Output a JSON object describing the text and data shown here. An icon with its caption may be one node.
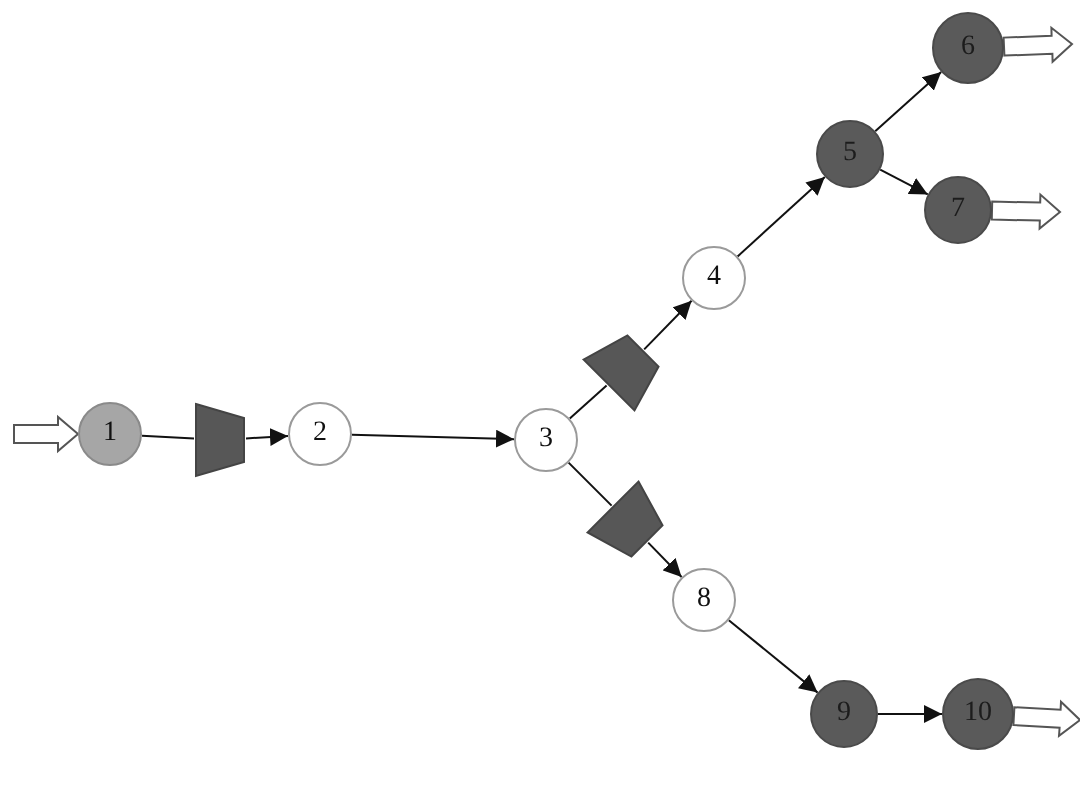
{
  "diagram": {
    "nodes": [
      {
        "text": [
          "1"
        ]
      },
      {
        "text": [],
        "shape": "trapezoid"
      },
      {
        "text": [
          "2"
        ]
      },
      {
        "text": [
          "3"
        ]
      },
      {
        "text": [],
        "shape": "trapezoid"
      },
      {
        "text": [
          "4"
        ]
      },
      {
        "text": [
          "5"
        ]
      },
      {
        "text": [
          "6"
        ]
      },
      {
        "text": [
          "7"
        ]
      },
      {
        "text": [],
        "shape": "trapezoid"
      },
      {
        "text": [
          "8"
        ]
      },
      {
        "text": [
          "9"
        ]
      },
      {
        "text": [
          "10"
        ]
      }
    ],
    "edges": [
      {
        "from": null,
        "to": 0,
        "arrow": "to",
        "style": "thick"
      },
      {
        "from": 0,
        "to": 1,
        "arrow": "none"
      },
      {
        "from": 1,
        "to": 2,
        "arrow": "to"
      },
      {
        "from": 2,
        "to": 3,
        "arrow": "to"
      },
      {
        "from": 3,
        "to": 4,
        "arrow": "none"
      },
      {
        "from": 4,
        "to": 5,
        "arrow": "to"
      },
      {
        "from": 5,
        "to": 6,
        "arrow": "to"
      },
      {
        "from": 6,
        "to": 7,
        "arrow": "to"
      },
      {
        "from": 6,
        "to": 8,
        "arrow": "to"
      },
      {
        "from": 7,
        "to": null,
        "arrow": "to",
        "style": "thick"
      },
      {
        "from": 8,
        "to": null,
        "arrow": "to",
        "style": "thick"
      },
      {
        "from": 3,
        "to": 9,
        "arrow": "none"
      },
      {
        "from": 9,
        "to": 10,
        "arrow": "to"
      },
      {
        "from": 10,
        "to": 11,
        "arrow": "to"
      },
      {
        "from": 11,
        "to": 12,
        "arrow": "to"
      },
      {
        "from": 12,
        "to": null,
        "arrow": "to",
        "style": "thick"
      }
    ]
  }
}
